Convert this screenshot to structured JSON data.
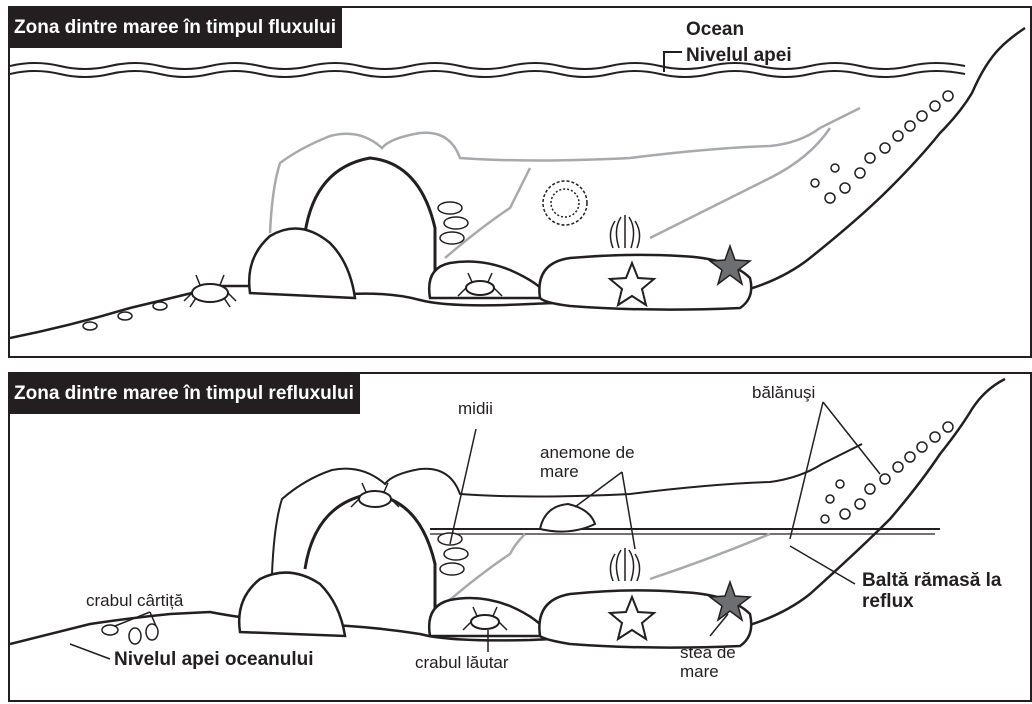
{
  "panels": {
    "high_tide": {
      "title": "Zona dintre maree în timpul fluxului",
      "labels": {
        "ocean": "Ocean",
        "water_level": "Nivelul apei"
      }
    },
    "low_tide": {
      "title": "Zona dintre maree în timpul refluxului",
      "labels": {
        "mussels": "midii",
        "sea_anemones": "anemone de mare",
        "barnacles": "bălănuşi",
        "mole_crab": "crabul cârtiță",
        "tide_pool": "Baltă rămasă la reflux",
        "ocean_water_level": "Nivelul apei oceanului",
        "fiddler_crab": "crabul lăutar",
        "sea_star": "stea de mare"
      }
    }
  },
  "colors": {
    "ink": "#231f20",
    "water_line": "#a7a9ac",
    "sea_star": "#6d6e71",
    "background": "#ffffff"
  },
  "icons": [
    "crab-icon",
    "sea-star-icon",
    "anemone-icon",
    "mussel-icon",
    "barnacle-icon",
    "mole-crab-icon"
  ]
}
